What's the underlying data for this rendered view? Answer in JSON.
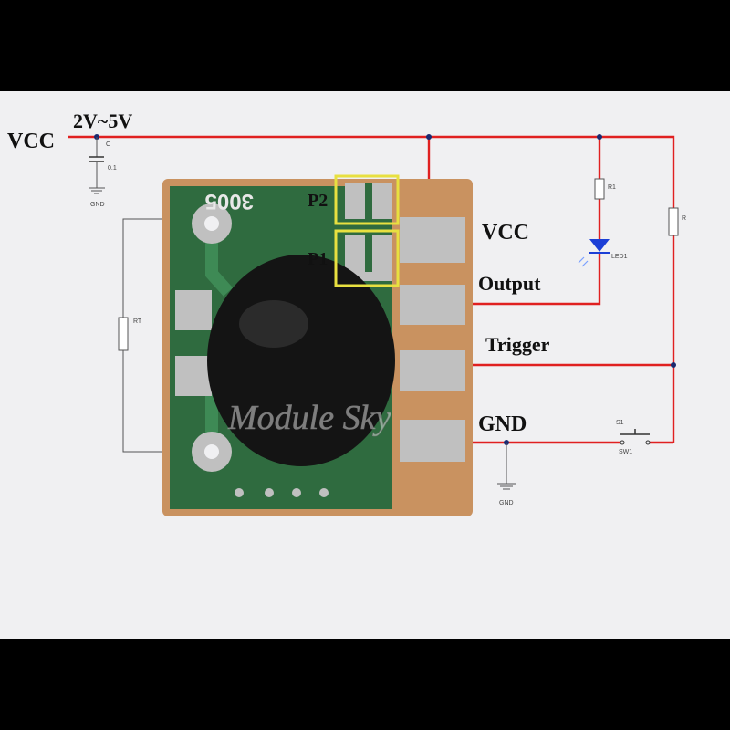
{
  "colors": {
    "frame": "#000000",
    "paper": "#f0f0f2",
    "wire": "#e02020",
    "pcb_green": "#2f6b3f",
    "pad_copper": "#c99260",
    "pad_tin": "#c0c0c0",
    "epoxy_blob": "#141414",
    "highlight_box": "#e8e040",
    "led_blue": "#1c3fd6"
  },
  "labels": {
    "vcc_left": "VCC",
    "voltage": "2V~5V",
    "vcc_right": "VCC",
    "output": "Output",
    "trigger": "Trigger",
    "gnd": "GND",
    "p1": "P1",
    "p2": "P2",
    "board_text": "3005",
    "watermark": "Module Sky"
  },
  "components": {
    "capacitor_name": "C",
    "capacitor_value": "0.1",
    "gnd_symbol_1": "GND",
    "gnd_symbol_2": "GND",
    "r1": "R1",
    "r": "R",
    "led": "LED1",
    "rt": "RT",
    "switch_ref": "S1",
    "switch_name": "SW1"
  }
}
